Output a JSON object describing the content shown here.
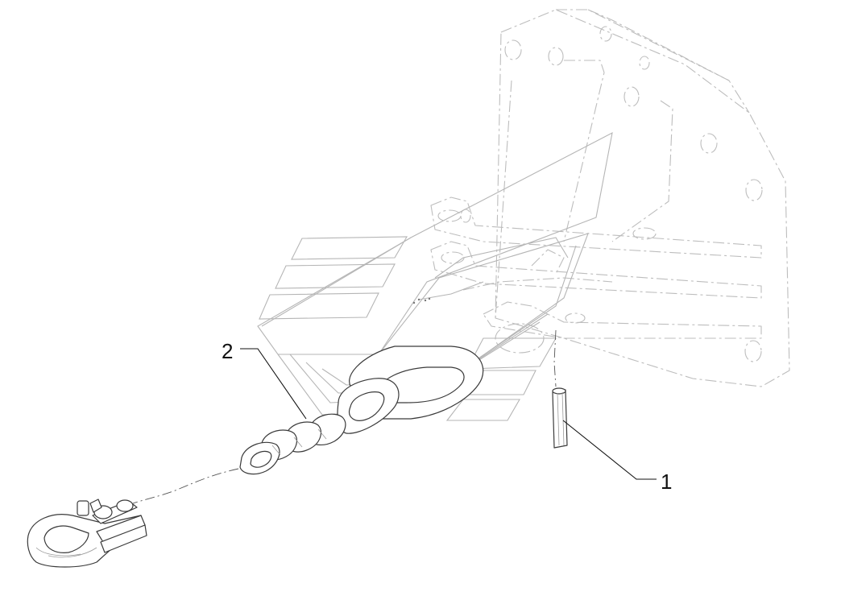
{
  "callouts": [
    {
      "number": "1",
      "part": "roll-pin"
    },
    {
      "number": "2",
      "part": "chain-with-hook"
    }
  ],
  "colors": {
    "background": "#ffffff",
    "ghost_outline": "#bdbdbd",
    "part_outline": "#3a3a3a",
    "callout_text": "#111111"
  }
}
